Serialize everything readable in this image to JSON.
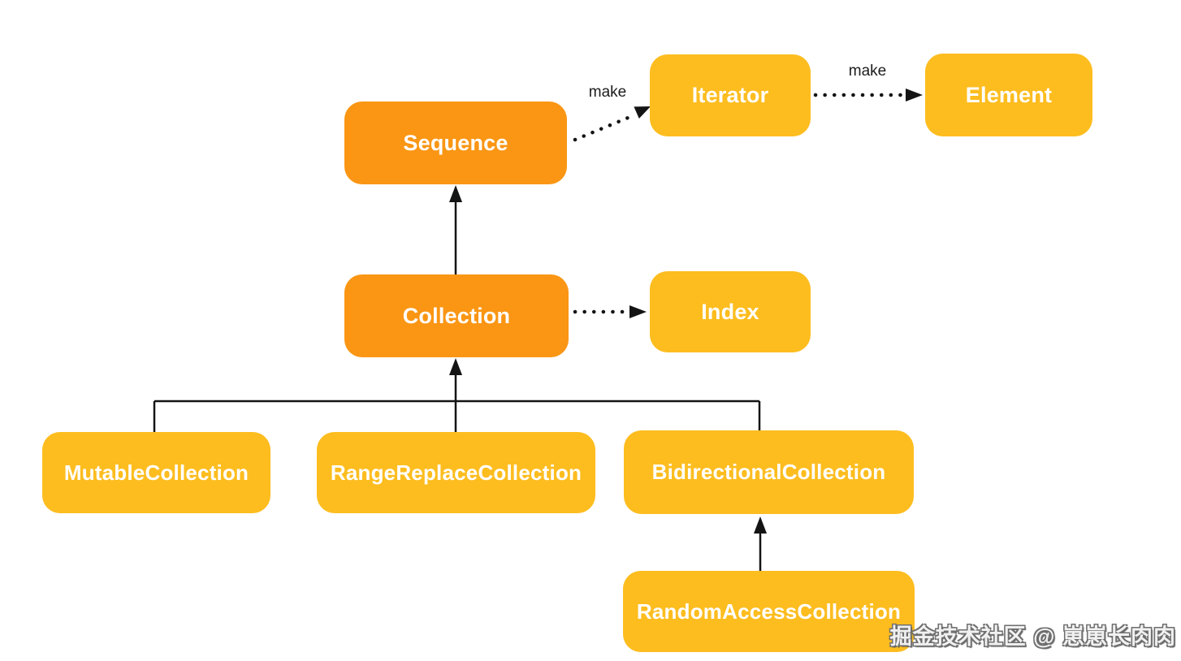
{
  "colors": {
    "node_orange": "#FA9614",
    "node_yellow": "#FDBD1F",
    "node_text": "#FFFFFF",
    "connector": "#141414",
    "edge_label_color": "#1C1C1C",
    "bg": "#FFFFFF"
  },
  "nodes": {
    "sequence": {
      "label": "Sequence"
    },
    "iterator": {
      "label": "Iterator"
    },
    "element": {
      "label": "Element"
    },
    "collection": {
      "label": "Collection"
    },
    "index": {
      "label": "Index"
    },
    "mutable_collection": {
      "label": "MutableCollection"
    },
    "range_replace_collection": {
      "label": "RangeReplaceCollection"
    },
    "bidirectional_collection": {
      "label": "BidirectionalCollection"
    },
    "random_access_collection": {
      "label": "RandomAccessCollection"
    }
  },
  "edge_labels": {
    "sequence_to_iterator": "make",
    "iterator_to_element": "make"
  },
  "watermark": {
    "text": "掘金技术社区 @ 崽崽长肉肉"
  }
}
